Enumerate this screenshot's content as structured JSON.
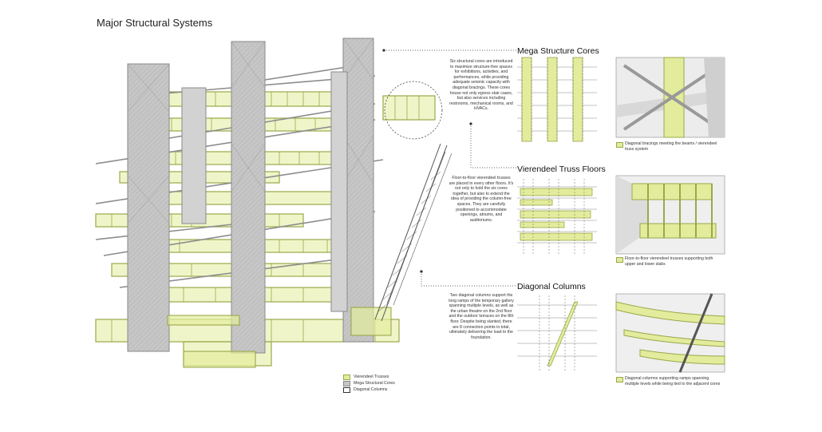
{
  "page": {
    "title": "Major Structural Systems"
  },
  "colors": {
    "truss": "#e3ec9c",
    "truss_stroke": "#9aa84a",
    "core": "#c6c6c6",
    "core_stroke": "#8a8a8a",
    "diagonal": "#555555",
    "background": "#ffffff"
  },
  "sections": [
    {
      "title": "Mega Structure Cores",
      "description": "Six structural cores are introduced to maximize structure-free spaces for exhibitions, activities, and performances, while providing adequate seismic capacity with diagonal bracings. These cores house not only egress stair cases, but also services including restrooms, mechanical rooms, and HVACs.",
      "caption": "Diagonal bracings meeting the beams / vierendeel truss system"
    },
    {
      "title": "Vierendeel Truss Floors",
      "description": "Floor-to-floor vierendeel trusses are placed in every other floors. It's not only to hold the six cores together, but also to extend the idea of providing the column-free spaces. They are carefully positioned to accommodate openings, atriums, and auditoriums.",
      "caption": "Floor-to-floor vierendeel trusses supporting both upper and lower slabs"
    },
    {
      "title": "Diagonal Columns",
      "description": "Two diagonal columns support the long ramps of the temporary gallery spanning multiple levels, as well as the urban theatre on the 2nd floor and the outdoor terraces on the 8th floor. Despite being slanted, there are 8 connection points in total, ultimately delivering the load to the foundation.",
      "caption": "Diagonal columns supporting ramps spanning multiple levels while being tied to the adjacent cores"
    }
  ],
  "legend": [
    {
      "label": "Vierendeel Trusses",
      "swatch": "truss"
    },
    {
      "label": "Mega Structural Cores",
      "swatch": "core"
    },
    {
      "label": "Diagonal Columns",
      "swatch": "outline"
    }
  ]
}
